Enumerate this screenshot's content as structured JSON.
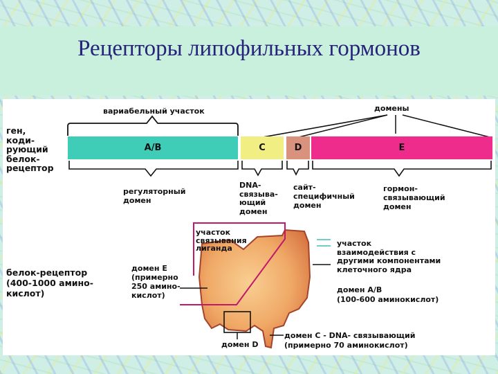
{
  "title": "Рецепторы липофильных гормонов",
  "diagram": {
    "top_labels": {
      "variable": "вариабельный участок",
      "domains": "домены"
    },
    "gene_label": "ген,\nкоди-\nрующий\nбелок-\nрецептор",
    "segments": [
      {
        "name": "A/B",
        "color": "#3fcdb8"
      },
      {
        "name": "C",
        "color": "#f1ee84"
      },
      {
        "name": "D",
        "color": "#d9927e"
      },
      {
        "name": "E",
        "color": "#ee2c8c"
      }
    ],
    "segment_captions": {
      "ab": "регуляторный\nдомен",
      "c": "DNA-\nсвязыва-\nющий\nдомен",
      "d": "сайт-\nспецифичный\nдомен",
      "e": "гормон-\nсвязывающий\nдомен"
    },
    "protein_label": "белок-рецептор\n(400-1000 амино-\nкислот)",
    "domain_e_label": "домен Е\n(примерно\n250 амино-\nкислот)",
    "ligand_site_label": "участок\nсвязывания\nлиганда",
    "interaction_site_label": "участок\nвзаимодействия с\nдругими компонентами\nклеточного ядра",
    "domain_ab_label": "домен А/В\n(100-600 аминокислот)",
    "domain_d_label": "домен D",
    "domain_c_label": "домен С - DNA- связывающий\n(примерно 70 аминокислот)"
  }
}
